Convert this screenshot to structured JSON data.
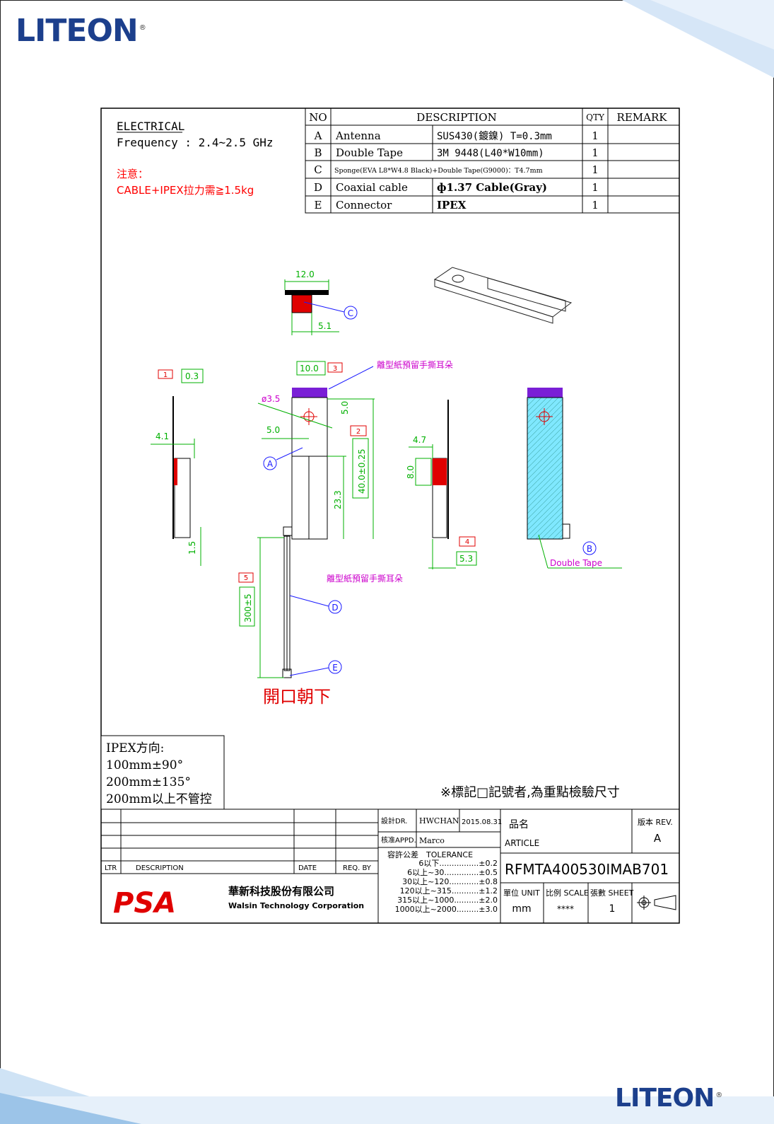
{
  "brand": {
    "logo_text": "LITEON",
    "logo_mark": "®"
  },
  "notes": {
    "electrical_title": "ELECTRICAL",
    "frequency": "Frequency : 2.4~2.5 GHz",
    "caution_title": "注意：",
    "caution_text": "CABLE+IPEX拉力需≧1.5kg"
  },
  "bom": {
    "headers": [
      "NO",
      "DESCRIPTION",
      "QTY",
      "REMARK"
    ],
    "rows": [
      {
        "no": "A",
        "name": "Antenna",
        "spec": "SUS430(鍍鎳) T=0.3mm",
        "qty": "1"
      },
      {
        "no": "B",
        "name": "Double Tape",
        "spec": "3M 9448(L40*W10mm)",
        "qty": "1"
      },
      {
        "no": "C",
        "name": "Sponge(EVA L8*W4.8 Black)+Double Tape(G9000)：T4.7mm",
        "spec": "",
        "qty": "1"
      },
      {
        "no": "D",
        "name": "Coaxial cable",
        "spec": "ф1.37 Cable(Gray)",
        "qty": "1"
      },
      {
        "no": "E",
        "name": "Connector",
        "spec": "IPEX",
        "qty": "1"
      }
    ]
  },
  "dimensions": {
    "d12": "12.0",
    "d51": "5.1",
    "d10": "10.0",
    "d03": "0.3",
    "d35": "ø3.5",
    "d50a": "5.0",
    "d50b": "5.0",
    "d41": "4.1",
    "d47": "4.7",
    "d80": "8.0",
    "d400": "40.0±0.25",
    "d233": "23.3",
    "d15": "1.5",
    "d53": "5.3",
    "d300": "300±5"
  },
  "markers": {
    "m1": "1",
    "m2": "2",
    "m3": "3",
    "m4": "4",
    "m5": "5"
  },
  "callouts": {
    "a": "A",
    "b": "B",
    "c": "C",
    "d": "D",
    "e": "E"
  },
  "labels": {
    "release_paper_top": "離型紙預留手撕耳朵",
    "release_paper_mid": "離型紙預留手撕耳朵",
    "double_tape": "Double Tape",
    "opening_down": "開口朝下",
    "key_dims": "※標記□記號者,為重點檢驗尺寸"
  },
  "ipex_note": [
    "IPEX方向:",
    "100mm±90°",
    "200mm±135°",
    "200mm以上不管控"
  ],
  "title_block": {
    "rev_headers": [
      "LTR",
      "DESCRIPTION",
      "DATE",
      "REQ. BY"
    ],
    "designer_label": "設計DR.",
    "designer": "HWCHAN",
    "date": "2015.08.31",
    "checker_label": "核准APPD.",
    "checker": "Marco",
    "tolerance_title": "容許公差　TOLERANCE",
    "tolerances": [
      "6以下................±0.2",
      "6以上~30..............±0.5",
      "30以上~120............±0.8",
      "120以上~315...........±1.2",
      "315以上~1000..........±2.0",
      "1000以上~2000.........±3.0"
    ],
    "article_label_cn": "品名",
    "article_label_en": "ARTICLE",
    "rev_label": "版本 REV.",
    "rev": "A",
    "part_number": "RFMTA400530IMAB701",
    "unit_label": "單位 UNIT",
    "unit": "mm",
    "scale_label": "比例 SCALE",
    "scale": "****",
    "sheet_label": "張數 SHEET",
    "sheet": "1",
    "company_logo": "PSA",
    "company_cn": "華新科技股份有限公司",
    "company_en": "Walsin Technology Corporation"
  },
  "colors": {
    "brand_blue": "#1c3f8c",
    "dim_green": "#00b000",
    "red": "#ff0000",
    "magenta": "#cc00cc",
    "purple": "#7a1fd6",
    "blue_line": "#1a1aff",
    "cyan": "#7fe8ff"
  }
}
